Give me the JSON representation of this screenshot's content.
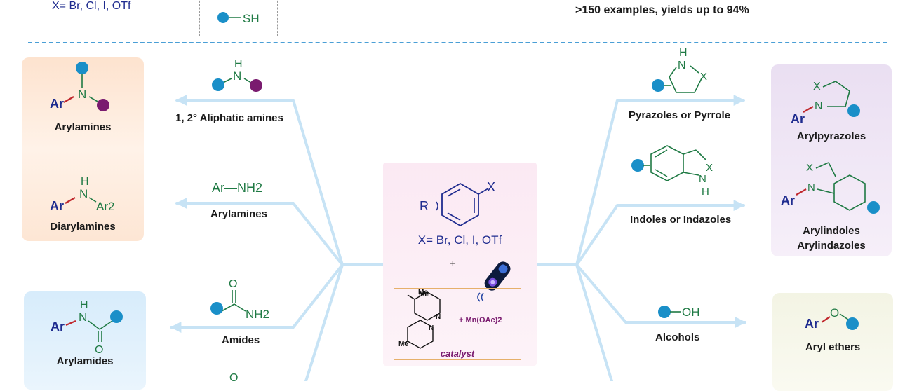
{
  "top": {
    "left_formula": "X= Br, Cl, I, OTf",
    "thiol_label": "SH",
    "summary": ">150 examples, yields up to 94%"
  },
  "center": {
    "r_label": "R",
    "x_label": "X",
    "x_def": "X= Br, Cl, I, OTf",
    "plus": "+",
    "ligand_me_top": "Me",
    "ligand_me_bottom": "Me",
    "ligand_n1": "N",
    "ligand_n2": "N",
    "mn_salt": "+ Mn(OAc)2",
    "catalyst_label": "catalyst"
  },
  "left": {
    "aliphatic_amines": "1, 2° Aliphatic amines",
    "arylamines_reagent": "Arylamines",
    "arylamine_formula": "Ar—NH2",
    "amides": "Amides",
    "product_arylamines": "Arylamines",
    "product_diarylamines": "Diarylamines",
    "product_arylamides": "Arylamides",
    "ar": "Ar",
    "ar2": "Ar2",
    "n": "N",
    "h": "H",
    "nh2": "NH2",
    "o": "O"
  },
  "right": {
    "pyrazoles": "Pyrazoles or Pyrrole",
    "indoles": "Indoles or Indazoles",
    "alcohols": "Alcohols",
    "oh_label": "OH",
    "product_arylpyrazoles": "Arylpyrazoles",
    "product_arylindoles": "Arylindoles",
    "product_arylindazoles": "Arylindazoles",
    "product_arylethers": "Aryl ethers",
    "ar": "Ar",
    "n": "N",
    "h": "H",
    "x": "X",
    "o": "O"
  },
  "colors": {
    "navy": "#1f2c8f",
    "green": "#1f7a44",
    "blue_dot": "#1a8fc8",
    "purple_dot": "#7a1b6f",
    "red_bond": "#c0282d",
    "arrow": "#c7e3f5",
    "dashed_divider": "#4a9fd6"
  },
  "icons": [
    "light-bulb-icon",
    "substituent-dot-icon"
  ]
}
